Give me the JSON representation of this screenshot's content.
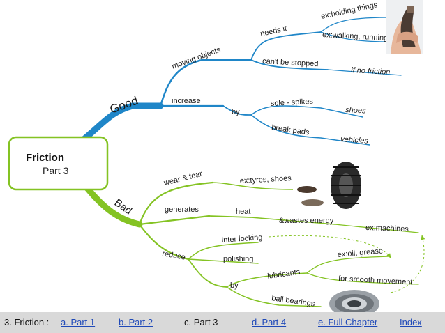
{
  "root": {
    "title": "Friction",
    "subtitle": "Part 3"
  },
  "good": {
    "label": "Good",
    "moving_objects": "moving objects",
    "needs_it": "needs it",
    "ex_holding": "ex:holding things",
    "ex_walking": "ex:walking, running",
    "cant_be_stopped": "can't be stopped",
    "if_no_friction": "if no friction",
    "increase": "increase",
    "by": "by",
    "sole_spikes": "sole - spikes",
    "shoes": "shoes",
    "break_pads": "break pads",
    "vehicles": "vehicles"
  },
  "bad": {
    "label": "Bad",
    "wear_tear": "wear & tear",
    "ex_tyres": "ex:tyres, shoes",
    "generates": "generates",
    "heat": "heat",
    "wastes_energy": "&wastes energy",
    "ex_machines": "ex:machines",
    "reduce": "reduce",
    "inter_locking": "inter locking",
    "polishing": "polishing",
    "by": "by",
    "lubricants": "lubricants",
    "ex_oil": "ex:oil, grease",
    "smooth_movement": "for smooth movement",
    "ball_bearings": "ball bearings"
  },
  "footer": {
    "prefix": "3. Friction : ",
    "part1": "a. Part 1",
    "part2": "b. Part 2",
    "part3": "c. Part 3",
    "part4": "d. Part 4",
    "full": "e. Full Chapter",
    "index": "Index"
  },
  "colors": {
    "good": "#1f86c8",
    "bad": "#84c323",
    "root_border": "#84c323",
    "footer_bg": "#d9d9d9",
    "link": "#1f49b8"
  }
}
